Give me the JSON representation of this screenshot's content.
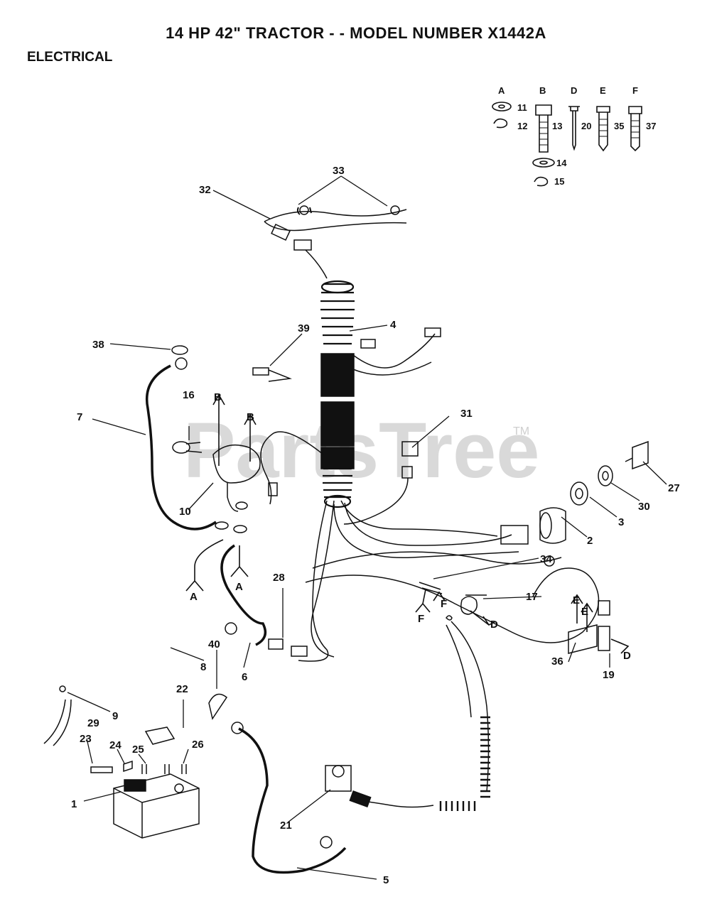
{
  "page": {
    "title": "14 HP 42\"  TRACTOR - - MODEL NUMBER X1442A",
    "section": "ELECTRICAL"
  },
  "watermark": {
    "text": "PartsTree",
    "tm": "TM"
  },
  "hardware_key": [
    {
      "letter": "A",
      "parts": [
        "11",
        "12"
      ]
    },
    {
      "letter": "B",
      "parts": [
        "13",
        "14",
        "15"
      ]
    },
    {
      "letter": "D",
      "parts": [
        "20"
      ]
    },
    {
      "letter": "E",
      "parts": [
        "35"
      ]
    },
    {
      "letter": "F",
      "parts": [
        "37"
      ]
    }
  ],
  "callouts": [
    "33",
    "32",
    "4",
    "39",
    "38",
    "7",
    "16",
    "B",
    "B",
    "31",
    "27",
    "30",
    "3",
    "10",
    "2",
    "A",
    "A",
    "34",
    "28",
    "17",
    "F",
    "F",
    "D",
    "E",
    "E",
    "36",
    "D",
    "19",
    "40",
    "8",
    "6",
    "22",
    "9",
    "29",
    "23",
    "24",
    "25",
    "26",
    "1",
    "21",
    "5"
  ]
}
